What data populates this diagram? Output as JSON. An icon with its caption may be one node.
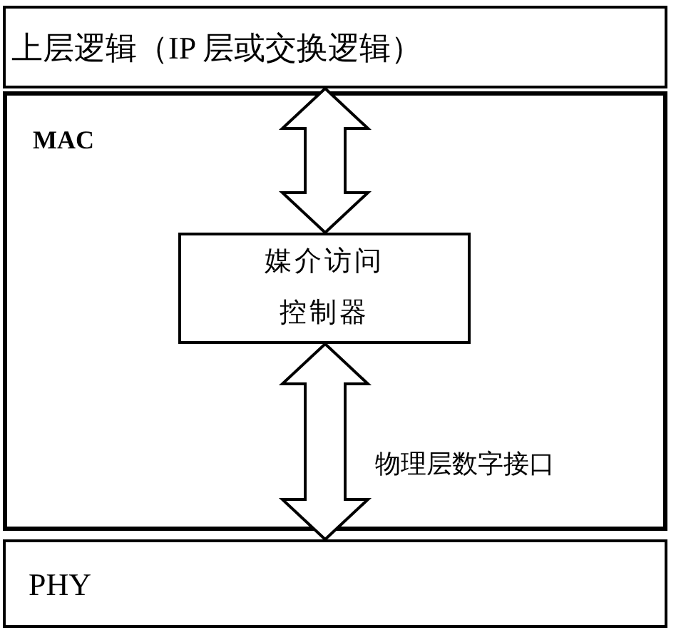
{
  "diagram": {
    "nodes": [
      {
        "text": [
          "上层逻辑（IP 层或交换逻辑）"
        ]
      },
      {
        "text": [
          "MAC"
        ]
      },
      {
        "text": [
          "媒介访问控制器"
        ],
        "in": 1
      },
      {
        "text": [
          "PHY"
        ]
      }
    ],
    "edges": [
      {
        "from": 0,
        "to": 2,
        "arrow": "both"
      },
      {
        "from": 2,
        "to": 3,
        "arrow": "both",
        "label": "物理层数字接口"
      }
    ]
  }
}
